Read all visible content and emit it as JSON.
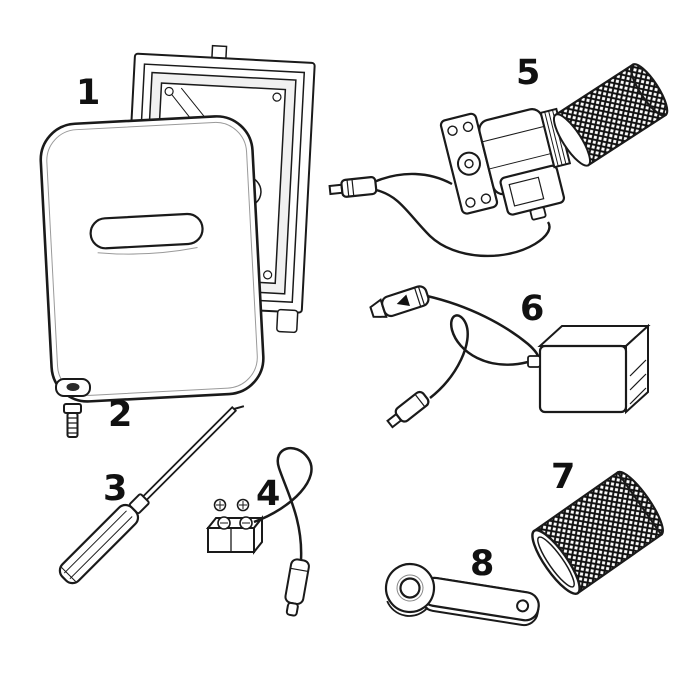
{
  "figure": {
    "type": "exploded-parts-diagram",
    "background": "#ffffff",
    "line_color": "#1a1a1a"
  },
  "parts": [
    {
      "label": "1",
      "name": "flush-plate-with-mounting-frame"
    },
    {
      "label": "2",
      "name": "screw-and-washer"
    },
    {
      "label": "3",
      "name": "screwdriver-tool"
    },
    {
      "label": "4",
      "name": "terminal-block-with-cable"
    },
    {
      "label": "5",
      "name": "solenoid-valve-assembly"
    },
    {
      "label": "6",
      "name": "connector-cables-with-battery-box"
    },
    {
      "label": "7",
      "name": "mesh-filter-strainer"
    },
    {
      "label": "8",
      "name": "flat-spanner-tool"
    }
  ]
}
